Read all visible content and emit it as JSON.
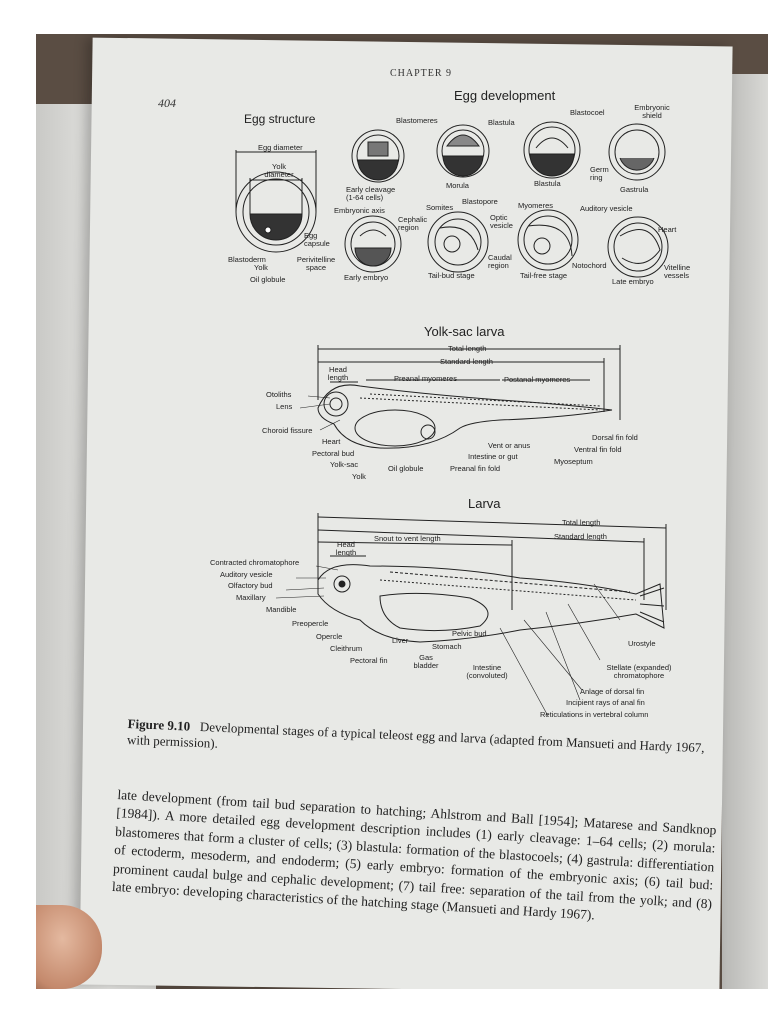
{
  "header": {
    "chapter": "CHAPTER 9",
    "page_number": "404"
  },
  "egg_structure": {
    "title": "Egg structure",
    "labels": {
      "egg_diameter": "Egg diameter",
      "yolk_diameter": "Yolk diameter",
      "egg_capsule": "Egg capsule",
      "blastoderm": "Blastoderm",
      "yolk": "Yolk",
      "perivitelline_space": "Perivitelline space",
      "oil_globule": "Oil globule"
    }
  },
  "egg_development": {
    "title": "Egg development",
    "labels": {
      "blastomeres": "Blastomeres",
      "blastula_top": "Blastula",
      "blastocoel": "Blastocoel",
      "embryonic_shield": "Embryonic shield",
      "early_cleavage": "Early cleavage (1-64 cells)",
      "morula": "Morula",
      "blastula": "Blastula",
      "germ_ring": "Germ ring",
      "gastrula": "Gastrula",
      "embryonic_axis": "Embryonic axis",
      "somites": "Somites",
      "blastopore": "Blastopore",
      "myomeres": "Myomeres",
      "auditory_vesicle": "Auditory vesicle",
      "cephalic_region": "Cephalic region",
      "optic_vesicle": "Optic vesicle",
      "heart": "Heart",
      "caudal_region": "Caudal region",
      "notochord": "Notochord",
      "vitelline_vessels": "Vitelline vessels",
      "early_embryo": "Early embryo",
      "tail_bud_stage": "Tail-bud stage",
      "tail_free_stage": "Tail-free stage",
      "late_embryo": "Late embryo"
    }
  },
  "yolk_sac_larva": {
    "title": "Yolk-sac larva",
    "labels": {
      "total_length": "Total length",
      "standard_length": "Standard length",
      "head_length": "Head length",
      "preanal_myomeres": "Preanal myomeres",
      "postanal_myomeres": "Postanal myomeres",
      "otoliths": "Otoliths",
      "lens": "Lens",
      "choroid_fissure": "Choroid fissure",
      "heart": "Heart",
      "pectoral_bud": "Pectoral bud",
      "yolk_sac": "Yolk-sac",
      "yolk": "Yolk",
      "oil_globule": "Oil globule",
      "preanal_fin_fold": "Preanal fin fold",
      "intestine_or_gut": "Intestine or gut",
      "vent_or_anus": "Vent or anus",
      "myoseptum": "Myoseptum",
      "ventral_fin_fold": "Ventral fin fold",
      "dorsal_fin_fold": "Dorsal fin fold"
    }
  },
  "larva": {
    "title": "Larva",
    "labels": {
      "total_length": "Total length",
      "standard_length": "Standard length",
      "snout_to_vent_length": "Snout to vent length",
      "head_length": "Head length",
      "contracted_chromatophore": "Contracted chromatophore",
      "auditory_vesicle": "Auditory vesicle",
      "olfactory_bud": "Olfactory bud",
      "maxillary": "Maxillary",
      "mandible": "Mandible",
      "preopercle": "Preopercle",
      "opercle": "Opercle",
      "cleithrum": "Cleithrum",
      "pectoral_fin": "Pectoral fin",
      "liver": "Liver",
      "gas_bladder": "Gas bladder",
      "stomach": "Stomach",
      "pelvic_bud": "Pelvic bud",
      "intestine_convoluted": "Intestine (convoluted)",
      "urostyle": "Urostyle",
      "stellate_chromatophore": "Stellate (expanded) chromatophore",
      "anlage_dorsal_fin": "Anlage of dorsal fin",
      "incipient_rays": "Incipient rays of anal fin",
      "reticulations": "Reticulations in vertebral column"
    }
  },
  "caption": {
    "label": "Figure 9.10",
    "text": "Developmental stages of a typical teleost egg and larva (adapted from Mansueti and Hardy 1967, with permission)."
  },
  "body": {
    "text": "late development (from tail bud separation to hatching; Ahlstrom and Ball [1954]; Matarese and Sandknop [1984]). A more detailed egg development description includes (1) early cleavage: 1–64 cells; (2) morula: blastomeres that form a cluster of cells; (3) blastula: formation of the blastocoels; (4) gastrula: differentiation of ectoderm, mesoderm, and endoderm; (5) early embryo: formation of the embryonic axis; (6) tail bud: prominent caudal bulge and cephalic development; (7) tail free: separation of the tail from the yolk; and (8) late embryo: developing characteristics of the hatching stage (Mansueti and Hardy 1967)."
  }
}
